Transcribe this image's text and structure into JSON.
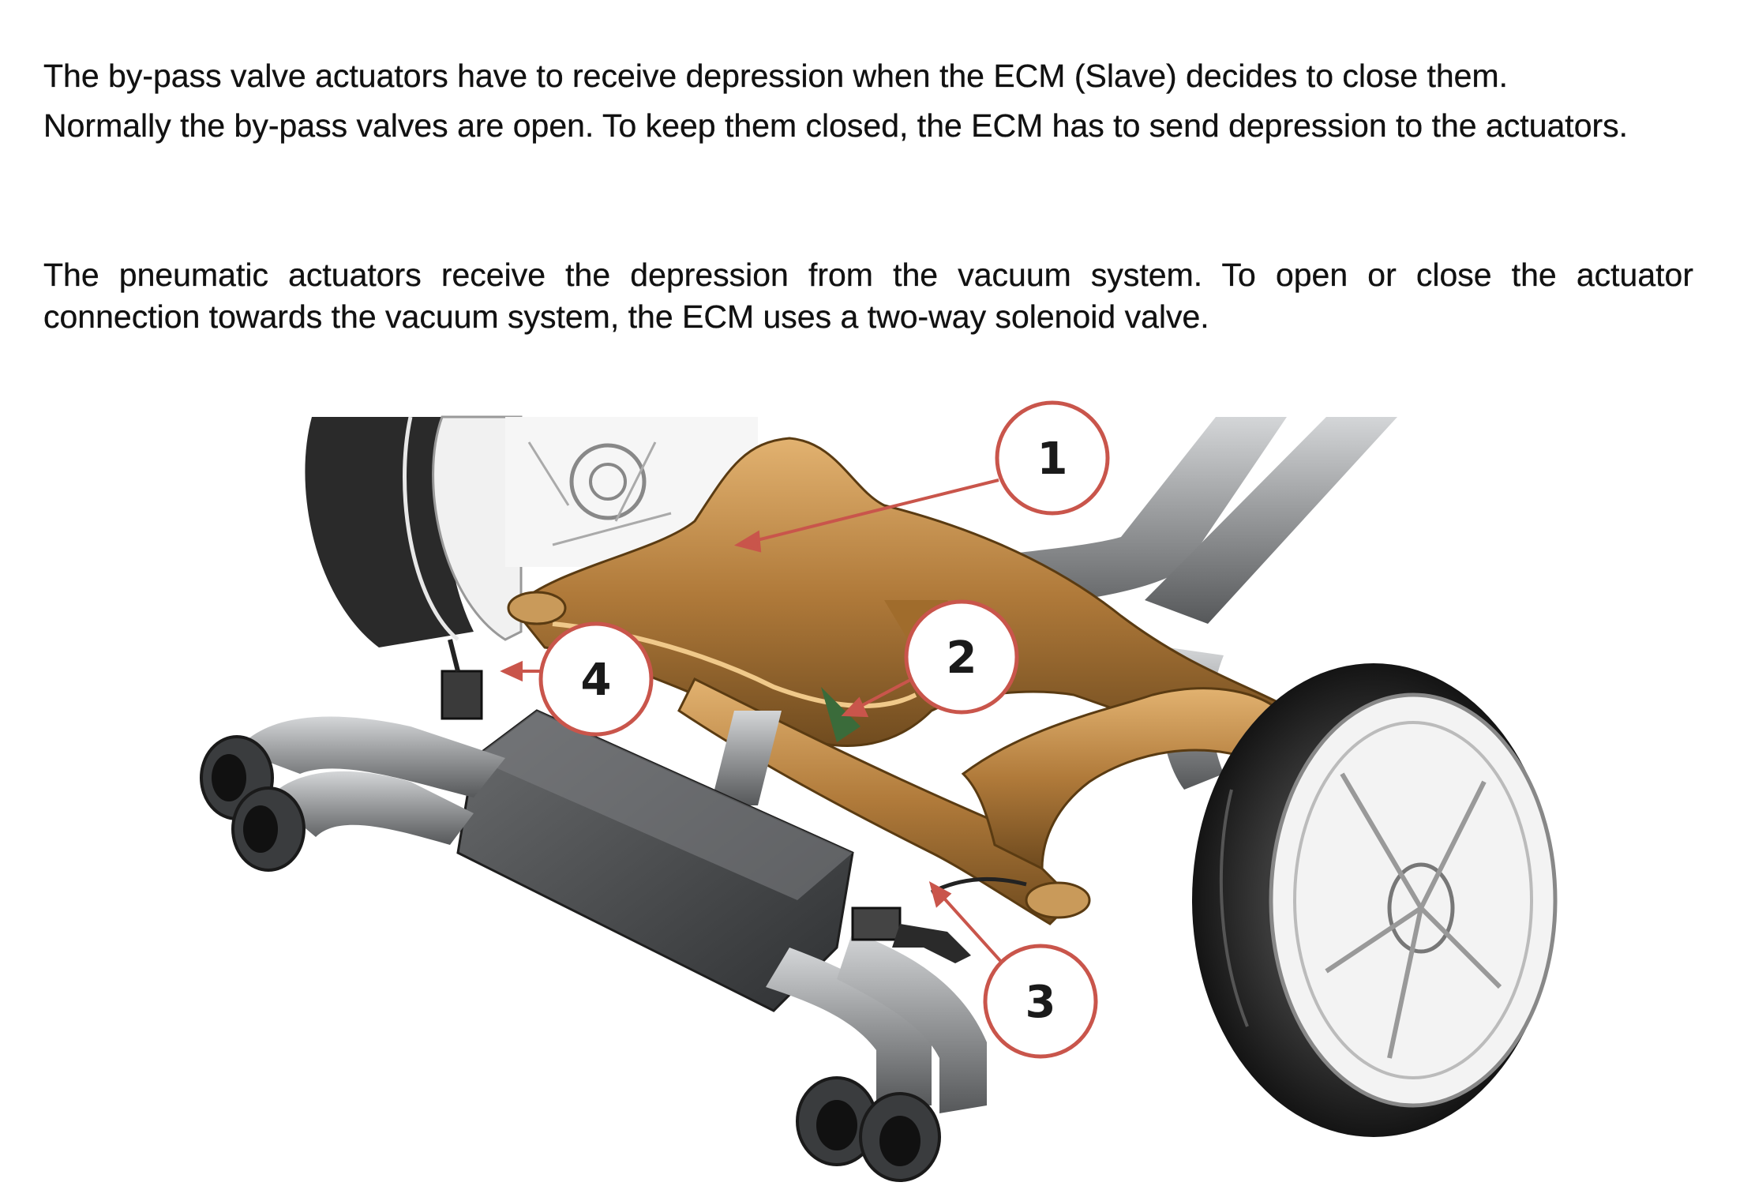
{
  "paragraphs": {
    "p1_line1": "The by-pass valve actuators have to receive depression when the ECM (Slave) decides to close them.",
    "p1_rest": "Normally the by-pass valves are open. To keep them closed, the ECM has to send depression to the actuators.",
    "p2": "The pneumatic actuators receive the depression from the vacuum system. To open or close the actuator connection towards the vacuum system, the ECM uses a two-way solenoid valve."
  },
  "callouts": [
    {
      "number": "1"
    },
    {
      "number": "2"
    },
    {
      "number": "3"
    },
    {
      "number": "4"
    }
  ],
  "colors": {
    "callout_ring": "#c9554b",
    "subframe": "#b07a3a",
    "exhaust": "#8a8c8e",
    "tire": "#222222"
  }
}
